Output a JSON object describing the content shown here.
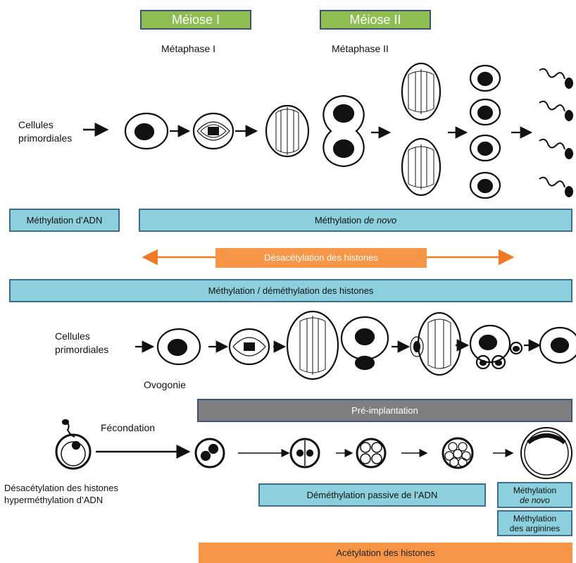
{
  "meiosis": {
    "meiose1": "Méiose I",
    "meiose2": "Méiose II",
    "metaphase1": "Métaphase I",
    "metaphase2": "Métaphase II"
  },
  "male": {
    "cells_label_line1": "Cellules",
    "cells_label_line2": "primordiales"
  },
  "bars": {
    "methylation_adn": "Méthylation d’ADN",
    "methylation_de_novo_prefix": "Méthylation ",
    "de_novo": "de novo",
    "desacetylation": "Désacétylation des histones",
    "methylation_histones": "Méthylation / déméthylation des histones"
  },
  "female": {
    "cells_label_line1": "Cellules",
    "cells_label_line2": "primordiales",
    "ovogonie": "Ovogonie"
  },
  "embryo": {
    "pre_implantation": "Pré-implantation",
    "fecondation": "Fécondation",
    "left_line1": "Désacétylation des histones",
    "left_line2": "hyperméthylation d’ADN",
    "demethylation_passive": "Déméthylation passive de l’ADN",
    "methylation_line1": "Méthylation",
    "de_novo": "de novo",
    "arginines_line1": "Méthylation",
    "arginines_line2": "des arginines",
    "acetylation": "Acétylation des histones"
  },
  "colors": {
    "blue_fill": "#8ccfdd",
    "blue_border": "#3f6f8f",
    "green_fill": "#8ebd52",
    "orange": "#f79646",
    "grey": "#7f7f7f"
  }
}
